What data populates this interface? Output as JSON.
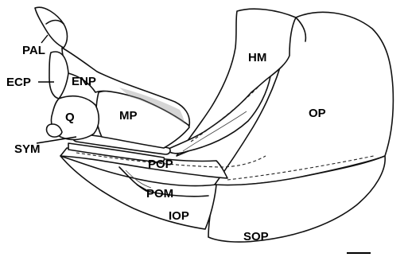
{
  "labels": {
    "pal": "PAL",
    "ecp": "ECP",
    "enp": "ENP",
    "q": "Q",
    "mp": "MP",
    "sym": "SYM",
    "hm": "HM",
    "op": "OP",
    "pop": "POP",
    "pom": "POM",
    "iop": "IOP",
    "sop": "SOP"
  }
}
